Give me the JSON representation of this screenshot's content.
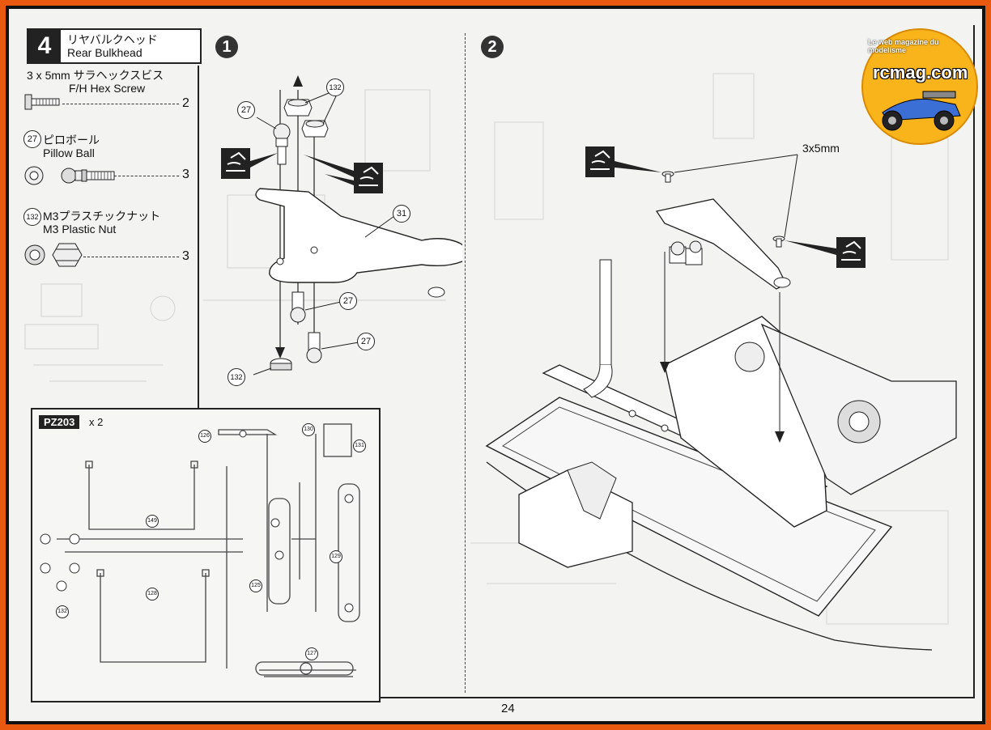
{
  "step": {
    "number": "4",
    "title_jp": "リヤバルクヘッド",
    "title_en": "Rear Bulkhead"
  },
  "parts": [
    {
      "label_line1": "3 x 5mm サラヘックスビス",
      "label_line2": "F/H Hex Screw",
      "count": "2",
      "icon": "flat-head-screw-icon"
    },
    {
      "number": "27",
      "label_line1": "ピロボール",
      "label_line2": "Pillow Ball",
      "count": "3",
      "icon": "pillow-ball-icon"
    },
    {
      "number": "132",
      "label_line1": "M3プラスチックナット",
      "label_line2": "M3 Plastic Nut",
      "count": "3",
      "icon": "plastic-nut-icon"
    }
  ],
  "substeps": [
    "1",
    "2"
  ],
  "diagram1": {
    "callouts": [
      "27",
      "132",
      "31",
      "27",
      "27",
      "132"
    ]
  },
  "diagram2": {
    "screw_label": "3x5mm"
  },
  "parts_tree": {
    "code": "PZ203",
    "quantity": "x 2",
    "labels": [
      "126",
      "130",
      "131",
      "149",
      "128",
      "125",
      "129",
      "127",
      "132"
    ]
  },
  "page_number": "24",
  "logo": {
    "text": "rcmag.com",
    "tagline": "Le web magazine du modelisme"
  }
}
